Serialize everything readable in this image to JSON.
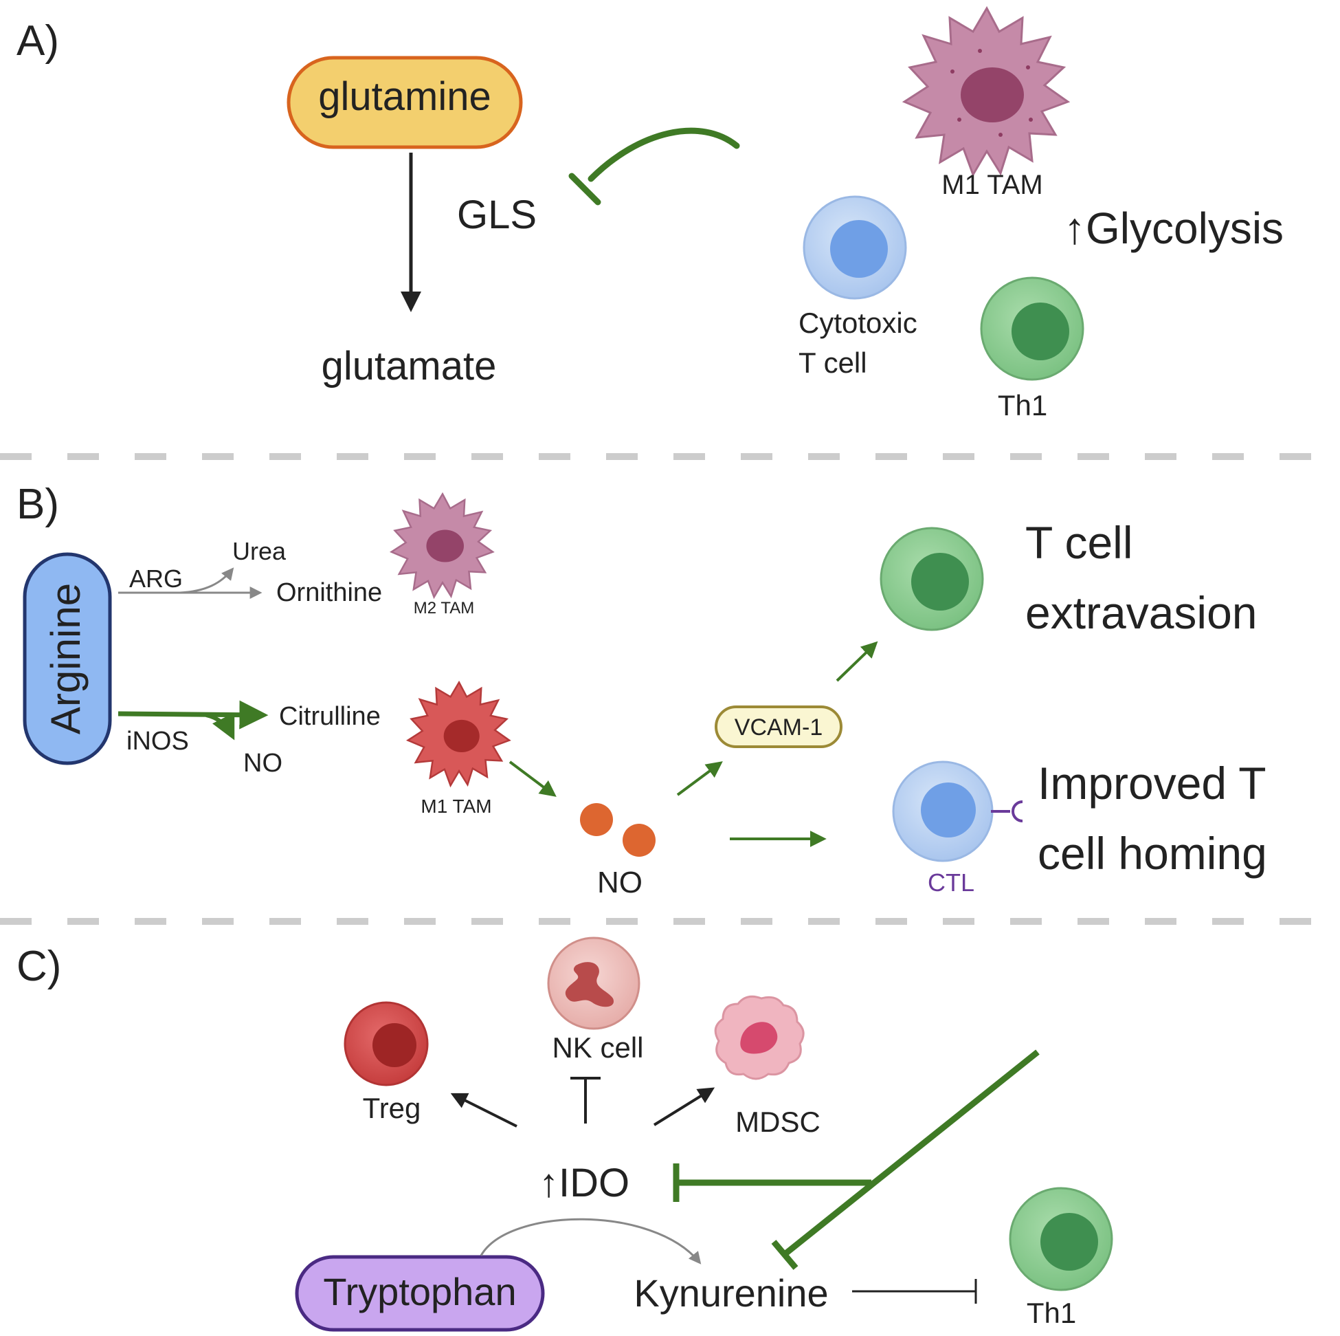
{
  "panels": {
    "a": {
      "label": "A)",
      "substrate": "glutamine",
      "enzyme": "GLS",
      "product": "glutamate",
      "cells": {
        "m1_tam": "M1 TAM",
        "cytotoxic_line1": "Cytotoxic",
        "cytotoxic_line2": "T cell",
        "th1": "Th1"
      },
      "effect": "↑Glycolysis"
    },
    "b": {
      "label": "B)",
      "substrate": "Arginine",
      "enzyme_arg": "ARG",
      "urea": "Urea",
      "ornithine": "Ornithine",
      "m2_tam": "M2 TAM",
      "enzyme_inos": "iNOS",
      "citrulline": "Citrulline",
      "no_small": "NO",
      "m1_tam": "M1 TAM",
      "no_large": "NO",
      "vcam": "VCAM-1",
      "ctl": "CTL",
      "outcome1_line1": "T cell",
      "outcome1_line2": "extravasion",
      "outcome2_line1": "Improved T",
      "outcome2_line2": "cell homing"
    },
    "c": {
      "label": "C)",
      "nk_cell": "NK cell",
      "treg": "Treg",
      "mdsc": "MDSC",
      "ido": "↑IDO",
      "tryptophan": "Tryptophan",
      "kynurenine": "Kynurenine",
      "th1": "Th1"
    }
  },
  "colors": {
    "inhibition_green": "#3f7a25",
    "arrow_dark": "#222222",
    "glutamine_fill": "#f3cf6e",
    "glutamine_stroke": "#d8641e",
    "arginine_fill": "#8fb8f2",
    "arginine_stroke": "#23366e",
    "tryptophan_fill": "#c9a6ef",
    "tryptophan_stroke": "#4a2a83",
    "vcam_fill": "#faf6d2",
    "vcam_stroke": "#9c8a36",
    "m1_tam_purple": "#c58aa8",
    "m1_tam_red": "#cf4c4c",
    "t_cell_blue": "#bcd4f2",
    "t_cell_green": "#8ecd93",
    "no_orange": "#dd6630",
    "ctl_text": "#6a3a9a"
  }
}
